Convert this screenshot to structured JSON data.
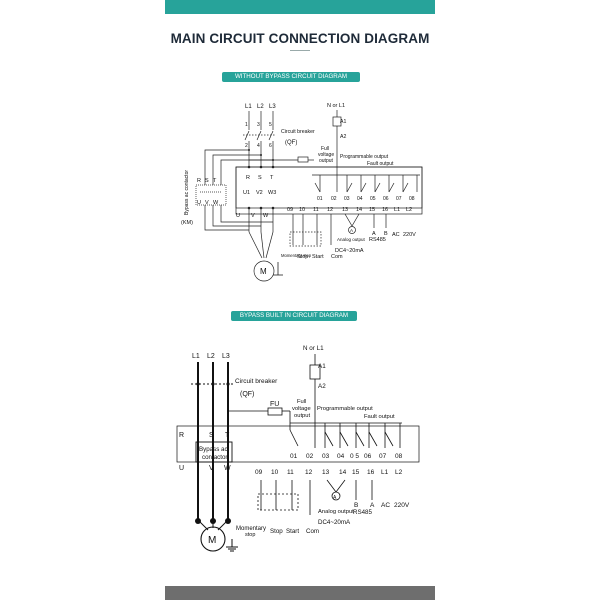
{
  "header": {
    "title": "MAIN CIRCUIT CONNECTION DIAGRAM"
  },
  "diagram1": {
    "badge": "WITHOUT BYPASS CIRCUIT DIAGRAM",
    "lines": [
      "L1",
      "L2",
      "L3"
    ],
    "pole_numbers_top": [
      "1",
      "3",
      "5"
    ],
    "pole_numbers_bottom": [
      "2",
      "4",
      "6"
    ],
    "breaker_label": "Circuit breaker",
    "breaker_code": "(QF)",
    "neutral_label": "N or L1",
    "a1": "A1",
    "a2": "A2",
    "full_voltage_output": [
      "Full",
      "voltage",
      "output"
    ],
    "programmable_output": "Programmable output",
    "fault_output": "Fault output",
    "input_terminals": [
      "R",
      "S",
      "T"
    ],
    "contactor_terminals": [
      "R",
      "S",
      "T"
    ],
    "contactor_outputs": [
      "U",
      "V",
      "W"
    ],
    "contactor_label": "Bypass ac contactor",
    "contactor_code": "(KM)",
    "output_terminals": [
      "U1",
      "V2",
      "W3"
    ],
    "bottom_uvw": [
      "U",
      "V",
      "W"
    ],
    "relay_terminals": [
      "01",
      "02",
      "03",
      "04",
      "05",
      "06",
      "07",
      "08"
    ],
    "control_terminals": [
      "09",
      "10",
      "11",
      "12",
      "13",
      "14",
      "15",
      "16",
      "L1",
      "L2"
    ],
    "analog_output": "Analog output",
    "rs485_ab": [
      "A",
      "B"
    ],
    "rs485": "RS485",
    "ac220": [
      "AC",
      "220V"
    ],
    "dc": "DC4~20mA",
    "button_labels": [
      "Momentary stop",
      "Stop",
      "Start",
      "Com"
    ],
    "motor": "M"
  },
  "diagram2": {
    "badge": "BYPASS BUILT IN CIRCUIT DIAGRAM",
    "lines": [
      "L1",
      "L2",
      "L3"
    ],
    "breaker_label": "Circuit breaker",
    "breaker_code": "(QF)",
    "neutral_label": "N or L1",
    "a1": "A1",
    "a2": "A2",
    "fu": "FU",
    "full_voltage_output": [
      "Full",
      "voltage",
      "output"
    ],
    "programmable_output": "Programmable output",
    "fault_output": "Fault output",
    "input_terminals": [
      "R",
      "S",
      "T"
    ],
    "contactor_label": [
      "Bypass ac",
      "contactor"
    ],
    "output_terminals": [
      "U",
      "V",
      "W"
    ],
    "relay_terminals": [
      "01",
      "02",
      "03",
      "04",
      "0 5",
      "06",
      "07",
      "08"
    ],
    "control_terminals": [
      "09",
      "10",
      "11",
      "12",
      "13",
      "14",
      "15",
      "16",
      "L1",
      "L2"
    ],
    "analog_output": "Analog output",
    "rs485_ba": [
      "B",
      "A"
    ],
    "rs485": "RS485",
    "ac220": [
      "AC",
      "220V"
    ],
    "dc": "DC4~20mA",
    "button_labels": [
      "Momentary",
      "stop",
      "Stop",
      "Start",
      "Com"
    ],
    "motor": "M"
  }
}
